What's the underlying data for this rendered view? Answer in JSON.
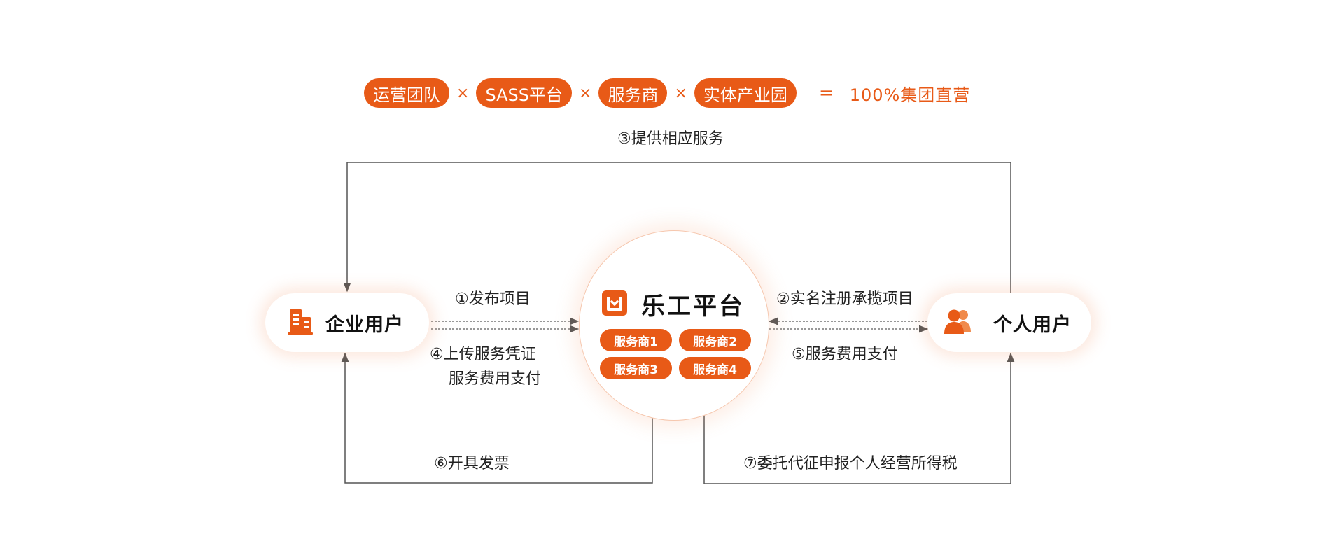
{
  "formula": {
    "terms": [
      "运营团队",
      "SASS平台",
      "服务商",
      "实体产业园"
    ],
    "times": "×",
    "equals": "=",
    "result": "100%集团直营"
  },
  "nodes": {
    "enterprise": "企业用户",
    "platform": "乐工平台",
    "personal": "个人用户"
  },
  "providers": [
    "服务商1",
    "服务商2",
    "服务商3",
    "服务商4"
  ],
  "steps": {
    "s1": "①发布项目",
    "s2": "②实名注册承揽项目",
    "s3": "③提供相应服务",
    "s4_line1": "④上传服务凭证",
    "s4_line2": "服务费用支付",
    "s5": "⑤服务费用支付",
    "s6": "⑥开具发票",
    "s7": "⑦委托代征申报个人经营所得税"
  },
  "colors": {
    "accent": "#e85a17",
    "line": "#555555"
  },
  "icons": {
    "enterprise": "building-icon",
    "personal": "users-icon",
    "platform": "platform-logo-icon"
  }
}
